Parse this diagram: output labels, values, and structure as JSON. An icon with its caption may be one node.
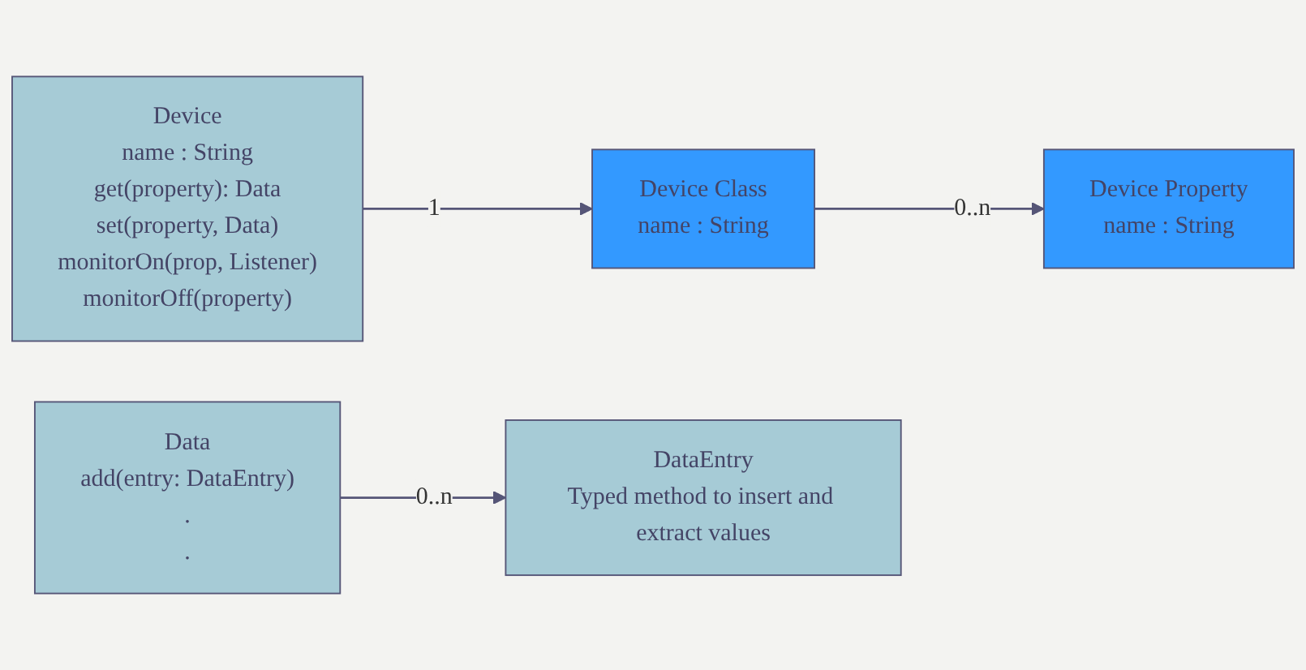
{
  "diagram": {
    "nodes": [
      {
        "text": [
          "Device",
          "name : String",
          "get(property): Data",
          "set(property, Data)",
          "monitorOn(prop, Listener)",
          "monitorOff(property)"
        ]
      },
      {
        "text": [
          "Device Class",
          "name : String"
        ]
      },
      {
        "text": [
          "Device Property",
          "name : String"
        ]
      },
      {
        "text": [
          "Data",
          "add(entry: DataEntry)",
          ".",
          "."
        ]
      },
      {
        "text": [
          "DataEntry",
          "Typed method to insert and extract values"
        ]
      }
    ],
    "edges": [
      {
        "from": 0,
        "to": 1,
        "arrow": "to",
        "label": "1"
      },
      {
        "from": 1,
        "to": 2,
        "arrow": "to",
        "label": "0..n"
      },
      {
        "from": 3,
        "to": 4,
        "arrow": "to",
        "label": "0..n"
      }
    ]
  }
}
